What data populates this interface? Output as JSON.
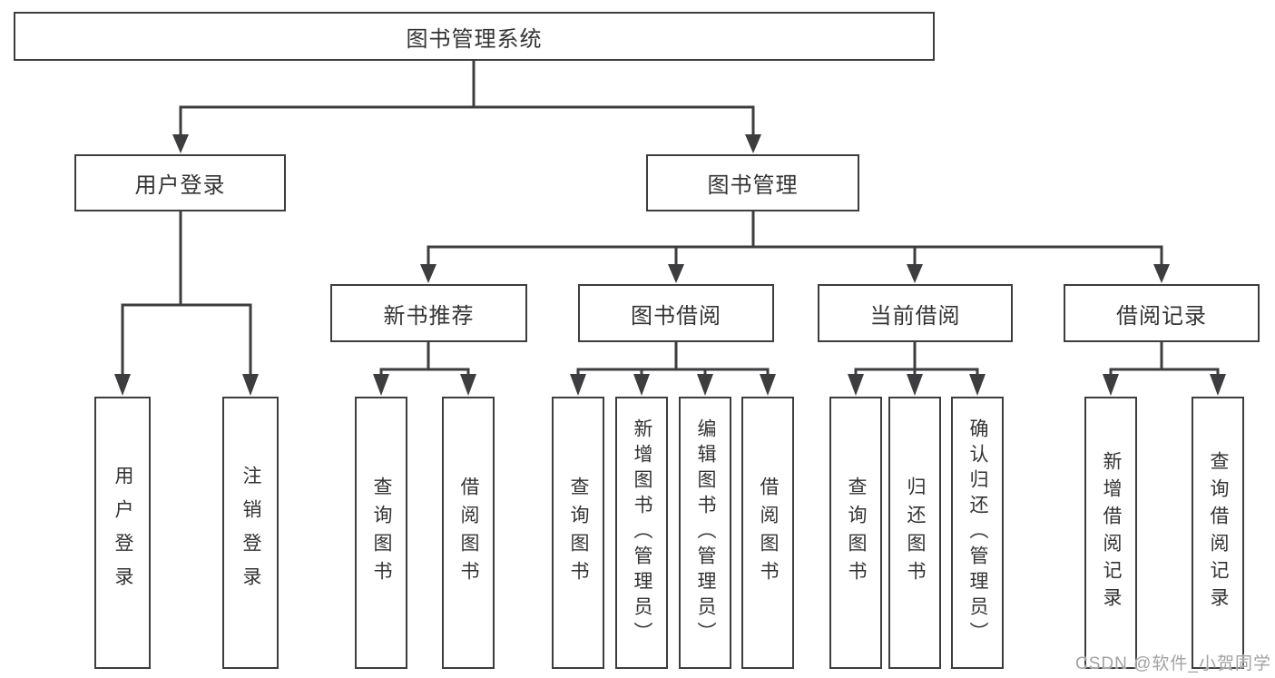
{
  "diagram": {
    "root": {
      "label": "图书管理系统"
    },
    "branches": [
      {
        "label": "用户登录",
        "children": [
          {
            "label": "用户登录"
          },
          {
            "label": "注销登录"
          }
        ]
      },
      {
        "label": "图书管理",
        "children": [
          {
            "label": "新书推荐",
            "children": [
              {
                "label": "查询图书"
              },
              {
                "label": "借阅图书"
              }
            ]
          },
          {
            "label": "图书借阅",
            "children": [
              {
                "label": "查询图书"
              },
              {
                "label": "新增图书（管理员）"
              },
              {
                "label": "编辑图书（管理员）"
              },
              {
                "label": "借阅图书"
              }
            ]
          },
          {
            "label": "当前借阅",
            "children": [
              {
                "label": "查询图书"
              },
              {
                "label": "归还图书"
              },
              {
                "label": "确认归还（管理员）"
              }
            ]
          },
          {
            "label": "借阅记录",
            "children": [
              {
                "label": "新增借阅记录"
              },
              {
                "label": "查询借阅记录"
              }
            ]
          }
        ]
      }
    ]
  },
  "watermark": {
    "text": "CSDN @软件_小贺同学"
  },
  "colors": {
    "line": "#3d3d3f",
    "box_border": "#3d3d3f",
    "text": "#333333",
    "watermark": "#a2a2a2",
    "background": "#ffffff"
  }
}
